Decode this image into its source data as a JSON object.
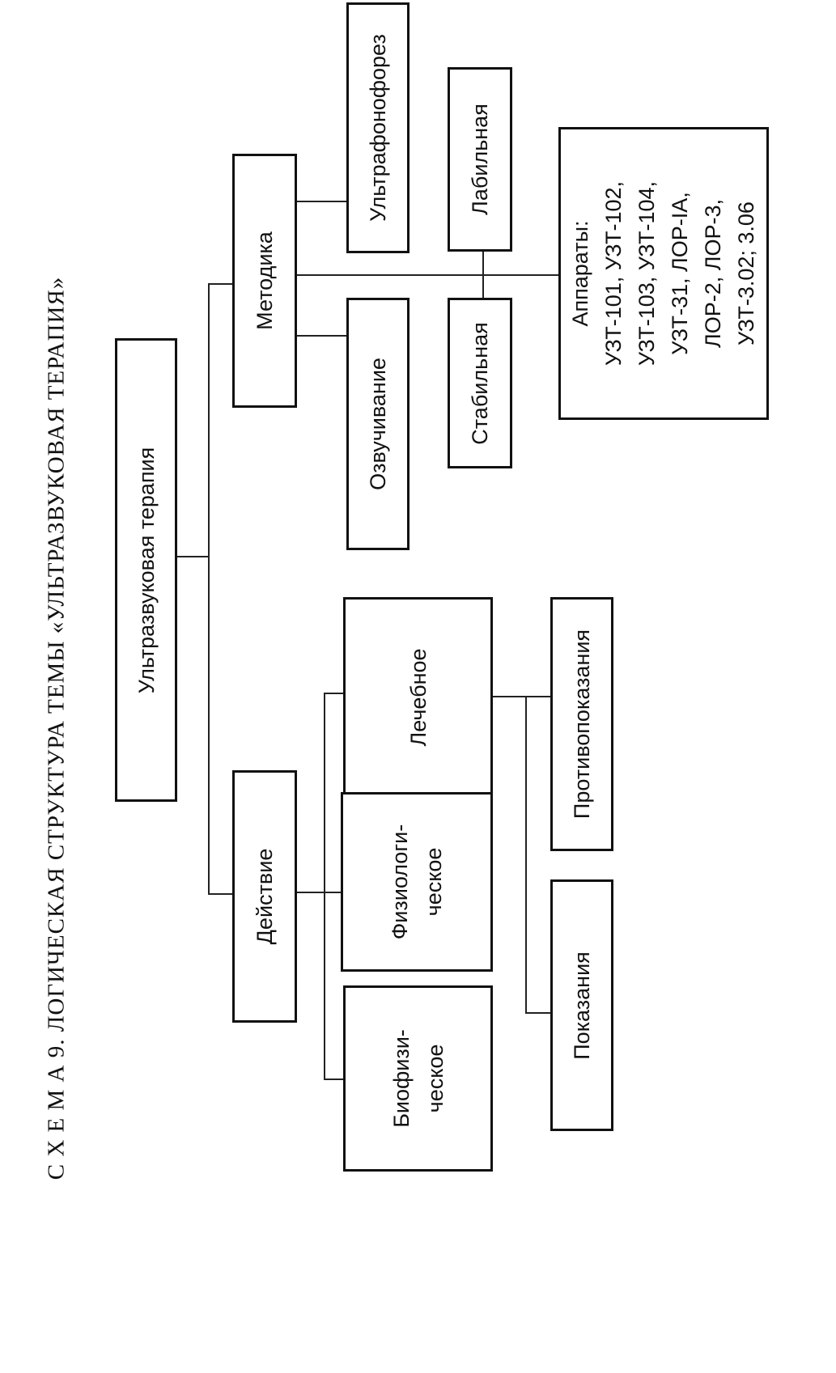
{
  "title": "С Х Е М А  9. ЛОГИЧЕСКАЯ СТРУКТУРА ТЕМЫ «УЛЬТРАЗВУКОВАЯ ТЕРАПИЯ»",
  "nodes": {
    "root": "Ультразвуковая терапия",
    "action": "Действие",
    "method": "Методика",
    "biophys": [
      "Биофизи-",
      "ческое"
    ],
    "physio": [
      "Физиологи-",
      "ческое"
    ],
    "therapeutic": "Лечебное",
    "indications": "Показания",
    "contraindications": "Противопоказания",
    "sonication": "Озвучивание",
    "phonophoresis": "Ультрафонофорез",
    "stable": "Стабильная",
    "labile": "Лабильная",
    "devices": [
      "Аппараты:",
      "УЗТ-101, УЗТ-102,",
      "УЗТ-103, УЗТ-104,",
      "УЗТ-31, ЛОР-IA,",
      "ЛОР-2, ЛОР-3,",
      "УЗТ-3.02; 3.06"
    ]
  }
}
